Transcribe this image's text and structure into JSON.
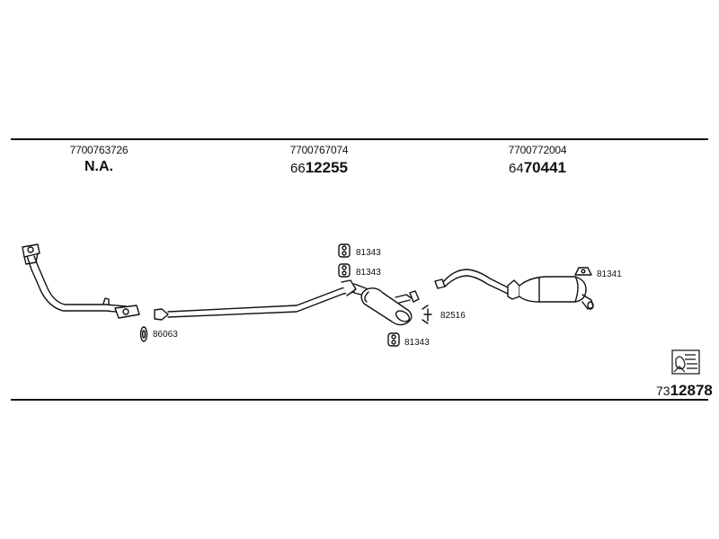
{
  "sections": [
    {
      "oem": "7700763726",
      "ref_label": "N.A."
    },
    {
      "oem": "7700767074",
      "ref_prefix": "66",
      "ref_main": "12255"
    },
    {
      "oem": "7700772004",
      "ref_prefix": "64",
      "ref_main": "70441"
    }
  ],
  "parts": {
    "gasket": "86063",
    "hanger_mid_1": "81343",
    "hanger_mid_2": "81343",
    "clamp": "82516",
    "hanger_low": "81343",
    "hanger_rear": "81341"
  },
  "catalog": {
    "prefix": "73",
    "main": "12878"
  }
}
